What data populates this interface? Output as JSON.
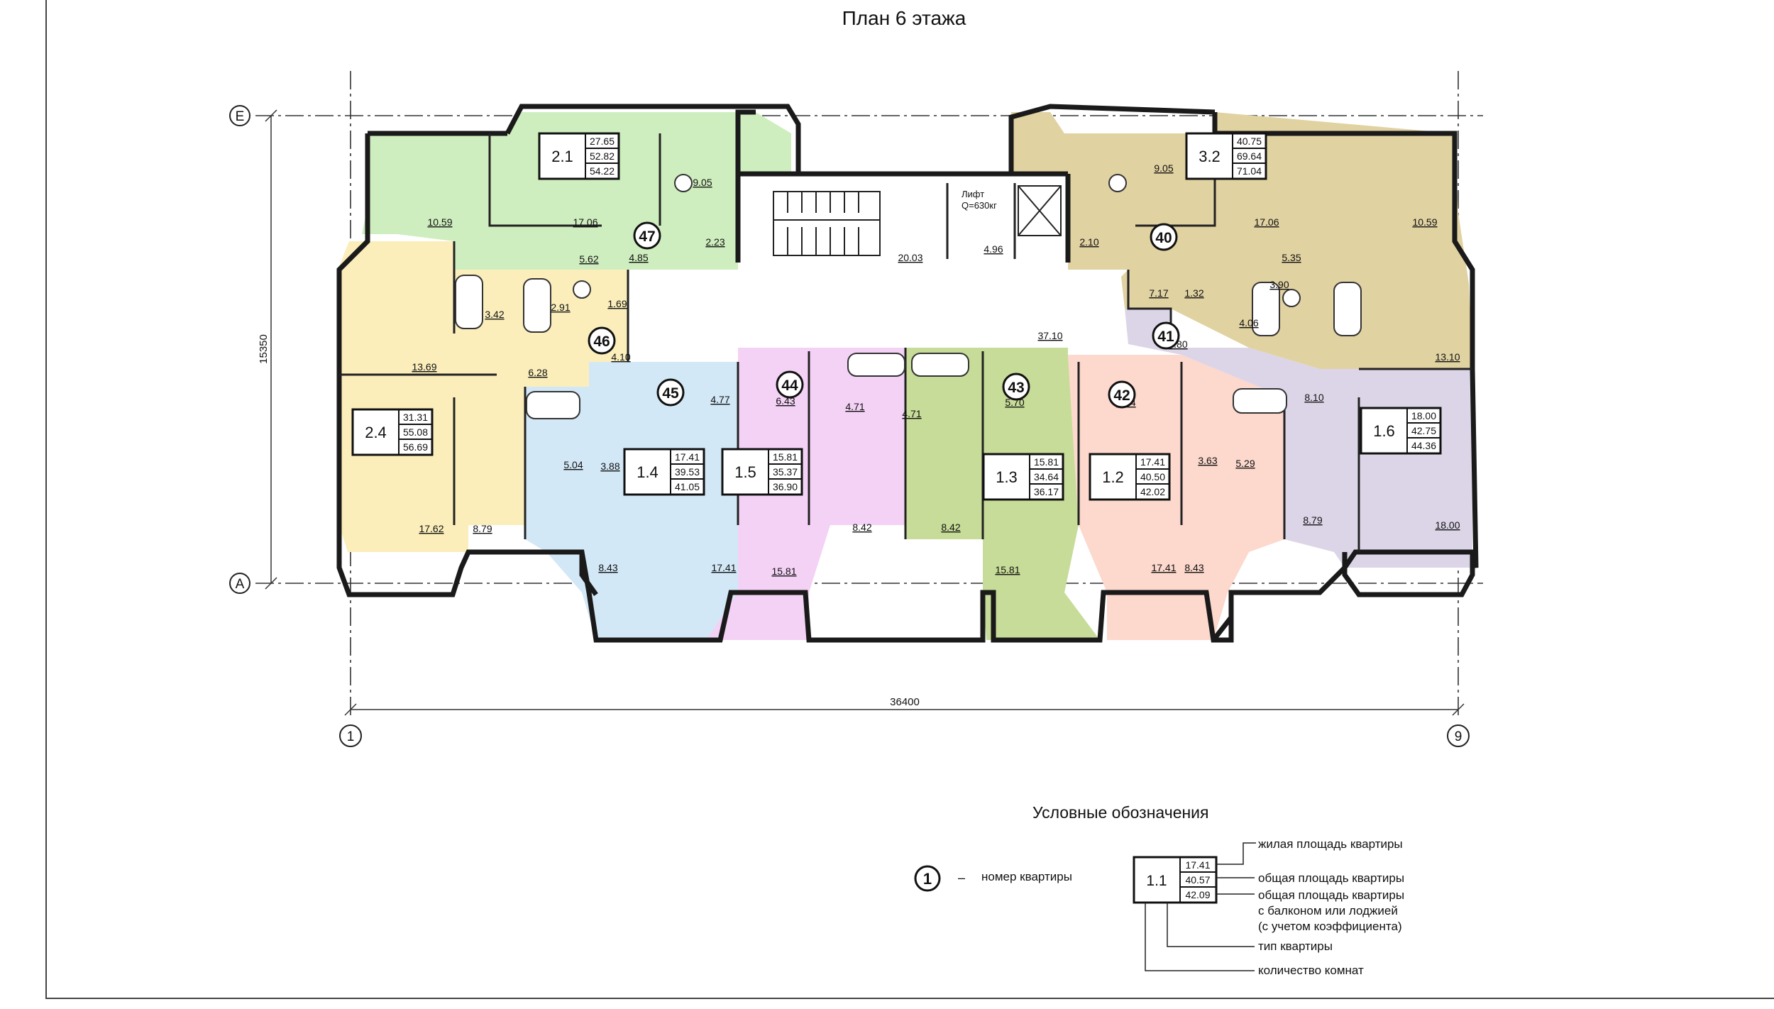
{
  "title": "План 6 этажа",
  "axes": {
    "E": "E",
    "A": "A",
    "c1": "1",
    "c9": "9"
  },
  "dimensions": {
    "width": "36400",
    "height": "15350"
  },
  "elevator": {
    "line1": "Лифт",
    "line2": "Q=630кг"
  },
  "colors": {
    "green": "#cfeebf",
    "yellow": "#fbeebb",
    "blue": "#d3e8f7",
    "pink": "#f4d2f6",
    "olive": "#c7dc98",
    "salmon": "#fcd8cd",
    "tan": "#e1d2a2",
    "lavender": "#dcd5e8",
    "wall": "#1a1a1a"
  },
  "apartments": [
    {
      "num": "47",
      "type": "2.1",
      "a": "27.65",
      "b": "52.82",
      "c": "54.22",
      "color": "green"
    },
    {
      "num": "46",
      "type": "2.4",
      "a": "31.31",
      "b": "55.08",
      "c": "56.69",
      "color": "yellow"
    },
    {
      "num": "45",
      "type": "1.4",
      "a": "17.41",
      "b": "39.53",
      "c": "41.05",
      "color": "blue"
    },
    {
      "num": "44",
      "type": "1.5",
      "a": "15.81",
      "b": "35.37",
      "c": "36.90",
      "color": "pink"
    },
    {
      "num": "43",
      "type": "1.3",
      "a": "15.81",
      "b": "34.64",
      "c": "36.17",
      "color": "olive"
    },
    {
      "num": "42",
      "type": "1.2",
      "a": "17.41",
      "b": "40.50",
      "c": "42.02",
      "color": "salmon"
    },
    {
      "num": "41",
      "type": "1.6",
      "a": "18.00",
      "b": "42.75",
      "c": "44.36",
      "color": "lavender"
    },
    {
      "num": "40",
      "type": "3.2",
      "a": "40.75",
      "b": "69.64",
      "c": "71.04",
      "color": "tan"
    }
  ],
  "room_labels": [
    "9.05",
    "17.06",
    "10.59",
    "5.62",
    "4.85",
    "2.23",
    "1.69",
    "3.42",
    "2.91",
    "4.10",
    "13.69",
    "6.28",
    "5.04",
    "3.88",
    "17.62",
    "8.79",
    "8.43",
    "4.77",
    "17.41",
    "6.43",
    "4.71",
    "8.42",
    "15.81",
    "4.71",
    "8.42",
    "5.70",
    "15.81",
    "5.74",
    "17.41",
    "3.63",
    "5.29",
    "8.43",
    "8.10",
    "8.79",
    "13.10",
    "18.00",
    "4.06",
    "3.80",
    "37.10",
    "7.17",
    "1.32",
    "3.90",
    "5.35",
    "10.59",
    "17.06",
    "9.05",
    "2.10",
    "4.96",
    "20.03"
  ],
  "legend": {
    "title": "Условные обозначения",
    "num_sample": "1",
    "dash": "–",
    "num_label": "номер квартиры",
    "sample_type": "1.1",
    "sample_a": "17.41",
    "sample_b": "40.57",
    "sample_c": "42.09",
    "living": "жилая площадь квартиры",
    "total": "общая площадь квартиры",
    "total_balcony1": "общая площадь квартиры",
    "total_balcony2": "с балконом или лоджией",
    "total_balcony3": "(с учетом коэффициента)",
    "apt_type": "тип квартиры",
    "rooms": "количество комнат"
  }
}
